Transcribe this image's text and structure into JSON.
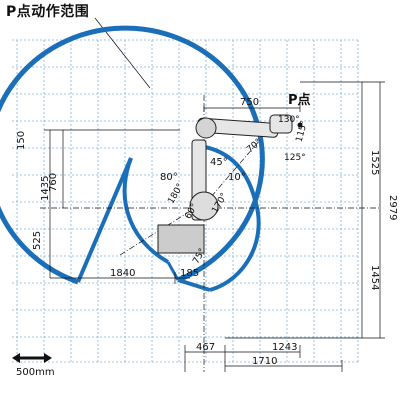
{
  "title": "P点动作范围",
  "p_label": "P点",
  "scale_label": "500mm",
  "colors": {
    "envelope": "#1a6fb8",
    "grid": "#7fb2dd",
    "line": "#111111"
  },
  "dims": {
    "d750": "750",
    "d1525": "1525",
    "d2979": "2979",
    "d1454": "1454",
    "d467": "467",
    "d1710": "1710",
    "d1243": "1243",
    "d1840": "1840",
    "d185": "185",
    "d150": "150",
    "d760": "760",
    "d1435": "1435",
    "d525": "525",
    "a130": "130°",
    "a115": "115°",
    "a125": "125°",
    "a80": "80°",
    "a45": "45°",
    "a10": "10°",
    "a70": "70°",
    "a75": "75°",
    "a180": "180°",
    "a60": "60°",
    "a170": "170°"
  }
}
